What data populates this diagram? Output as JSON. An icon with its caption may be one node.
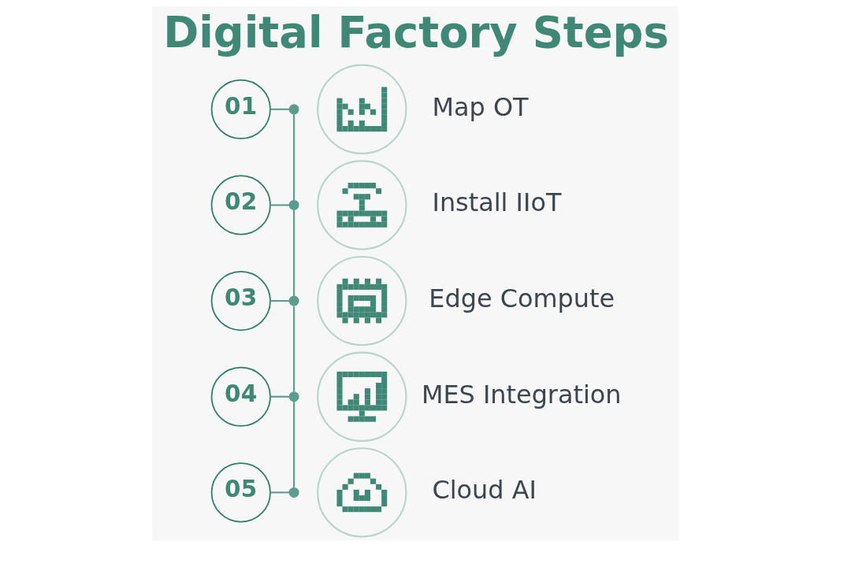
{
  "diagram": {
    "title": "Digital Factory Steps",
    "nodes": [
      {
        "text": [
          "01"
        ]
      },
      {
        "text": [],
        "shape": "circle"
      },
      {
        "text": [],
        "shape": "picture",
        "beside": [
          "Map OT"
        ]
      },
      {
        "text": [
          "02"
        ]
      },
      {
        "text": [],
        "shape": "circle"
      },
      {
        "text": [],
        "shape": "picture",
        "beside": [
          "Install IIoT"
        ]
      },
      {
        "text": [
          "03"
        ]
      },
      {
        "text": [],
        "shape": "circle"
      },
      {
        "text": [],
        "shape": "picture",
        "beside": [
          "Edge Compute"
        ]
      },
      {
        "text": [
          "04"
        ]
      },
      {
        "text": [],
        "shape": "circle"
      },
      {
        "text": [],
        "shape": "picture",
        "beside": [
          "MES Integration"
        ]
      },
      {
        "text": [
          "05"
        ]
      },
      {
        "text": [],
        "shape": "circle"
      },
      {
        "text": [],
        "shape": "picture",
        "beside": [
          "Cloud AI"
        ]
      }
    ],
    "edges": [
      {
        "from": 0,
        "to": 1,
        "arrow": "none"
      },
      {
        "from": 1,
        "to": 4,
        "arrow": "none"
      },
      {
        "from": 3,
        "to": 4,
        "arrow": "none"
      },
      {
        "from": 4,
        "to": 7,
        "arrow": "none"
      },
      {
        "from": 6,
        "to": 7,
        "arrow": "none"
      },
      {
        "from": 7,
        "to": 10,
        "arrow": "none"
      },
      {
        "from": 9,
        "to": 10,
        "arrow": "none"
      },
      {
        "from": 10,
        "to": 13,
        "arrow": "none"
      },
      {
        "from": 12,
        "to": 13,
        "arrow": "none"
      }
    ]
  }
}
